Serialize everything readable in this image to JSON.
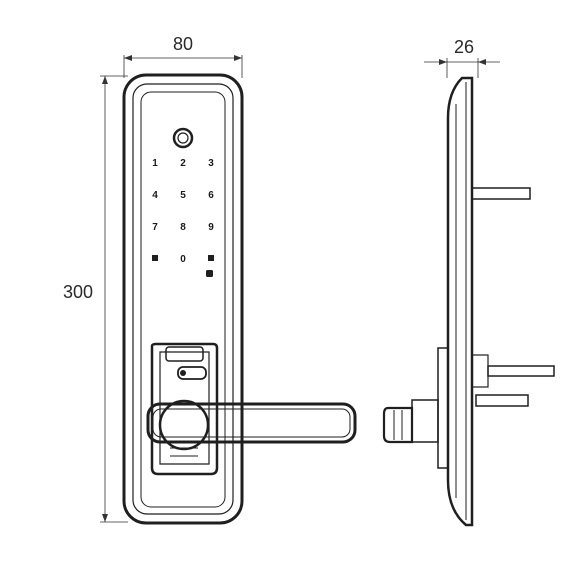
{
  "dimensions": {
    "width": "80",
    "height": "300",
    "depth": "26"
  },
  "keypad": {
    "keys": [
      "1",
      "2",
      "3",
      "4",
      "5",
      "6",
      "7",
      "8",
      "9",
      "",
      "0",
      ""
    ]
  },
  "colors": {
    "line": "#1f1f1f",
    "background": "#ffffff"
  }
}
